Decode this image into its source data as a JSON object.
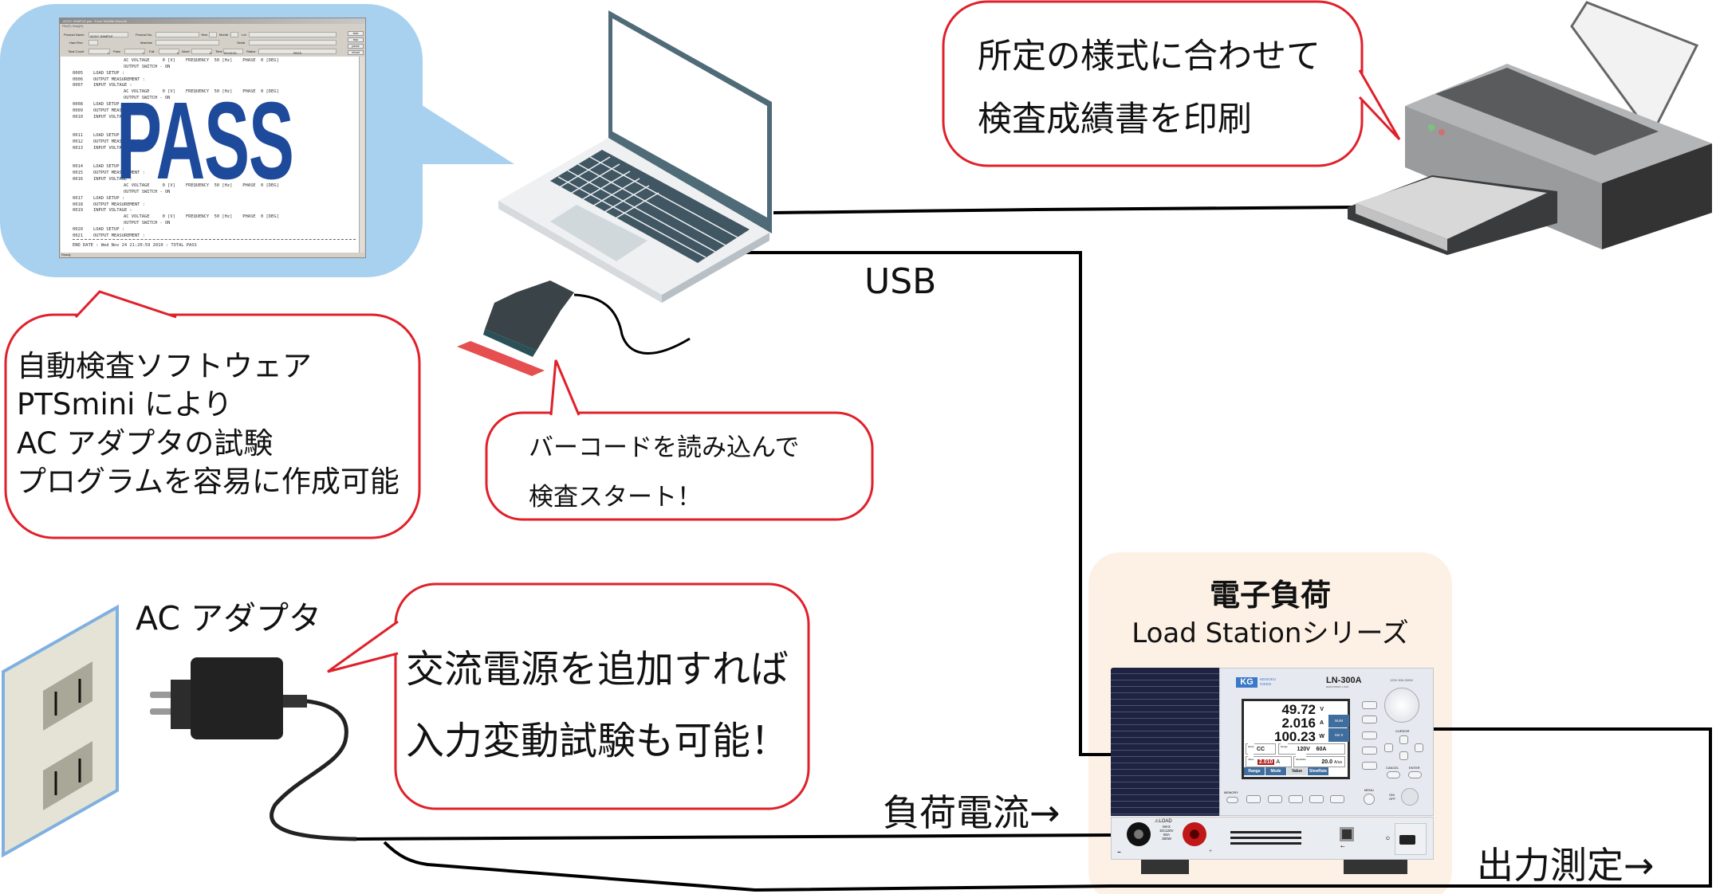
{
  "software_bubble": {
    "window": {
      "title": "ACDC SAMPLE.pse - Form TestSite Execute",
      "menu": "File(F)   Help(H)",
      "fields": {
        "product_name_label": "Product Name",
        "product_name_value": "ACDC SAMPLE",
        "product_no_label": "Product No.",
        "year_label": "Year",
        "month_label": "Month",
        "lot_label": "Lot",
        "hard_rev_label": "Hard Rev",
        "machine_label": "Machine",
        "serial_label": "Serial",
        "total_count_label": "Total Count",
        "total_count_value": "1",
        "pass_label": "Pass",
        "pass_value": "1",
        "fail_label": "Fail",
        "fail_value": "0",
        "abort_label": "Abort",
        "abort_value": "0",
        "time_label": "Time",
        "time_value": "00:00:00",
        "status_label": "Status",
        "status_value": "PASS"
      },
      "buttons": [
        "start",
        "stop",
        "pause",
        "reload"
      ],
      "log_lines": [
        {
          "num": "",
          "text": "AC VOLTAGE     0 [V]    FREQUENCY  50 [Hz]    PHASE  0 [DEG]"
        },
        {
          "num": "",
          "text": "OUTPUT SWITCH - ON"
        },
        {
          "num": "0005",
          "text": "LOAD SETUP :"
        },
        {
          "num": "0006",
          "text": "OUTPUT MEASUREMENT :"
        },
        {
          "num": "0007",
          "text": "INPUT VOLTAGE :"
        },
        {
          "num": "",
          "text": "AC VOLTAGE     0 [V]    FREQUENCY  50 [Hz]    PHASE  0 [DEG]"
        },
        {
          "num": "",
          "text": "OUTPUT SWITCH - ON"
        },
        {
          "num": "0008",
          "text": "LOAD SETUP :"
        },
        {
          "num": "0009",
          "text": "OUTPUT MEASUREMENT :"
        },
        {
          "num": "0010",
          "text": "INPUT VOLTAGE :"
        },
        {
          "num": "",
          "text": ""
        },
        {
          "num": "",
          "text": ""
        },
        {
          "num": "0011",
          "text": "LOAD SETUP :"
        },
        {
          "num": "0012",
          "text": "OUTPUT MEASUREMENT :"
        },
        {
          "num": "0013",
          "text": "INPUT VOLTAGE :"
        },
        {
          "num": "",
          "text": ""
        },
        {
          "num": "",
          "text": ""
        },
        {
          "num": "0014",
          "text": "LOAD SETUP :"
        },
        {
          "num": "0015",
          "text": "OUTPUT MEASUREMENT :"
        },
        {
          "num": "0016",
          "text": "INPUT VOLTAGE :"
        },
        {
          "num": "",
          "text": "AC VOLTAGE     0 [V]    FREQUENCY  50 [Hz]    PHASE  0 [DEG]"
        },
        {
          "num": "",
          "text": "OUTPUT SWITCH - ON"
        },
        {
          "num": "0017",
          "text": "LOAD SETUP :"
        },
        {
          "num": "0018",
          "text": "OUTPUT MEASUREMENT :"
        },
        {
          "num": "0019",
          "text": "INPUT VOLTAGE :"
        },
        {
          "num": "",
          "text": "AC VOLTAGE     0 [V]    FREQUENCY  50 [Hz]    PHASE  0 [DEG]"
        },
        {
          "num": "",
          "text": "OUTPUT SWITCH - ON"
        },
        {
          "num": "0020",
          "text": "LOAD SETUP :"
        },
        {
          "num": "0021",
          "text": "OUTPUT MEASUREMENT :"
        }
      ],
      "end_line": "END DATE : Wed Nov 24 21:20:59 2010 : TOTAL PASS",
      "status_bar": "Ready",
      "pass_overlay": "PASS"
    }
  },
  "callouts": {
    "software": [
      "自動検査ソフトウェア",
      "PTSmini により",
      "AC アダプタの試験",
      "プログラムを容易に作成可能"
    ],
    "barcode": [
      "バーコードを読み込んで",
      "検査スタート！"
    ],
    "printer": [
      "所定の様式に合わせて",
      "検査成績書を印刷"
    ],
    "ac_source": [
      "交流電源を追加すれば",
      "入力変動試験も可能！"
    ]
  },
  "labels": {
    "usb": "USB",
    "ac_adapter": "AC アダプタ",
    "load_current": "負荷電流→",
    "output_measure": "出力測定→",
    "load_title": "電子負荷",
    "load_series": "Load Stationシリーズ"
  },
  "instrument": {
    "brand_logo": "KG",
    "brand_name": "KEISOKU GIKEN",
    "model": "LN-300A",
    "model_sub": "ELECTRONIC LOAD",
    "rating": "120V 60A 300W",
    "voltage": "49.72",
    "voltage_unit": "V",
    "current": "2.016",
    "current_unit": "A",
    "power": "100.23",
    "power_unit": "W",
    "soft_num": "NUM",
    "soft_set0": "Set 0",
    "mode_label": "Mode",
    "mode_value": "CC",
    "range_label": "Range",
    "range_v": "120V",
    "range_a": "60A",
    "value_label": "Value",
    "value_value": "2.010",
    "value_unit": "A",
    "slew_label": "SlewRate",
    "slew_value": "20.0",
    "slew_unit": "A/us",
    "tabs": [
      "Range",
      "Mode",
      "Value",
      "SlewRate"
    ],
    "cursor": "CURSOR",
    "cancel": "CANCEL",
    "enter": "ENTER",
    "memory": "MEMORY",
    "menu": "MENU",
    "onoff": "ON/ OFF",
    "load_warn": "⚠LOAD",
    "max_spec": [
      "MAX",
      "DC120V",
      "60A",
      "300W"
    ],
    "minus": "−",
    "plus": "+"
  },
  "colors": {
    "callout_border": "#e0202a",
    "software_bubble": "#a8d1f0",
    "load_panel": "#fdf1e6",
    "pass_blue": "#1e4a9c"
  }
}
